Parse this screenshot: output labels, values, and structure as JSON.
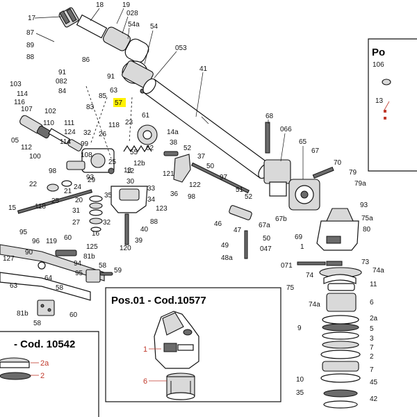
{
  "boxes": {
    "pos01": {
      "title": "Pos.01 - Cod.10577",
      "labels": [
        "1",
        "6"
      ]
    },
    "cod10542": {
      "title": "- Cod. 10542",
      "labels": [
        "2a",
        "2"
      ]
    },
    "right_partial": {
      "title": "Po",
      "labels": [
        "106",
        "13"
      ]
    }
  },
  "highlighted_label": "57",
  "plain_labels": [
    "63"
  ],
  "labels": [
    "17",
    "18",
    "19",
    "028",
    "54a",
    "54",
    "053",
    "41",
    "87",
    "89",
    "88",
    "86",
    "91",
    "91",
    "082",
    "84",
    "85",
    "83",
    "103",
    "114",
    "116",
    "107",
    "102",
    "110",
    "111",
    "124",
    "114",
    "05",
    "112",
    "100",
    "98",
    "99",
    "108",
    "25",
    "26",
    "32",
    "118",
    "23",
    "61",
    "14a",
    "62",
    "38",
    "52",
    "37",
    "50",
    "12",
    "12b",
    "121",
    "122",
    "97",
    "55",
    "36",
    "98",
    "30",
    "33",
    "34",
    "123",
    "88",
    "40",
    "39",
    "120",
    "22",
    "15",
    "118",
    "25",
    "21",
    "24",
    "29",
    "13",
    "93",
    "20",
    "35",
    "31",
    "27",
    "32",
    "16",
    "68",
    "066",
    "65",
    "67",
    "70",
    "79",
    "79a",
    "93",
    "51",
    "52",
    "75a",
    "80",
    "1",
    "46",
    "47",
    "67a",
    "67b",
    "69",
    "49",
    "48a",
    "047",
    "50",
    "071",
    "74",
    "73",
    "74a",
    "75",
    "11",
    "74a",
    "6",
    "9",
    "2a",
    "5",
    "3",
    "7",
    "2",
    "7",
    "10",
    "45",
    "35",
    "42",
    "95",
    "96",
    "119",
    "60",
    "90",
    "125",
    "127",
    "94",
    "81b",
    "58",
    "59",
    "95",
    "64",
    "58",
    "63",
    "81b",
    "60",
    "58"
  ],
  "colors": {
    "highlight": "#fff200",
    "red_label": "#c0392b"
  }
}
